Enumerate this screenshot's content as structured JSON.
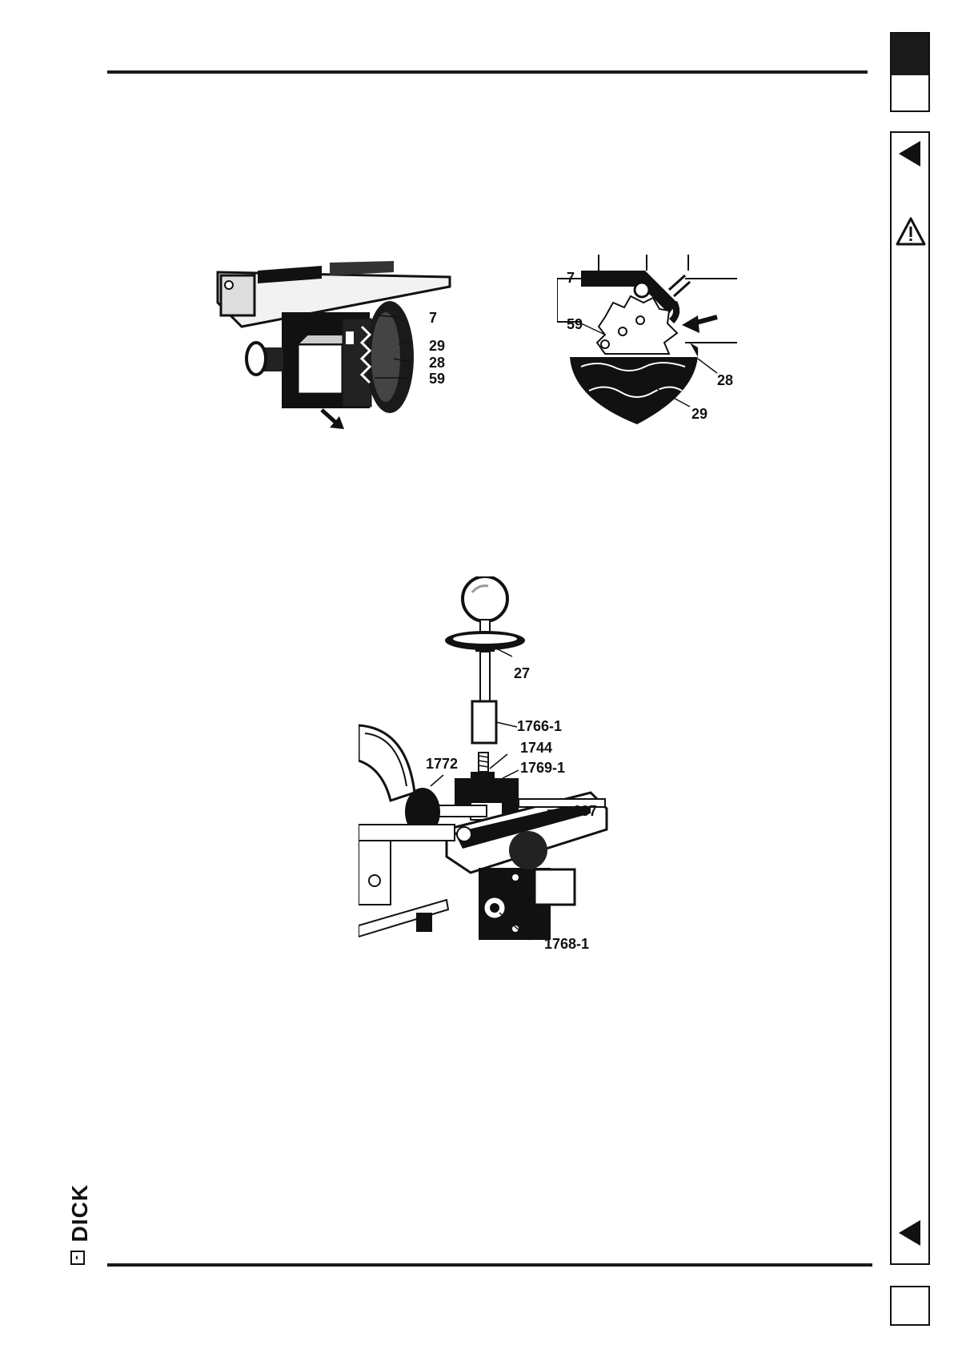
{
  "figure1": {
    "labels": [
      "7",
      "29",
      "28",
      "59"
    ]
  },
  "figure2": {
    "labels": [
      "7",
      "59",
      "28",
      "29"
    ]
  },
  "figure3": {
    "labels": [
      "27",
      "1766-1",
      "1744",
      "1772",
      "1769-1",
      "637",
      "1768-1"
    ]
  },
  "sidebar": {
    "prev_icon": "triangle-left-icon",
    "warning_icon": "warning-triangle-icon",
    "next_icon": "triangle-left-icon"
  },
  "footer": {
    "brand": "DICK"
  }
}
